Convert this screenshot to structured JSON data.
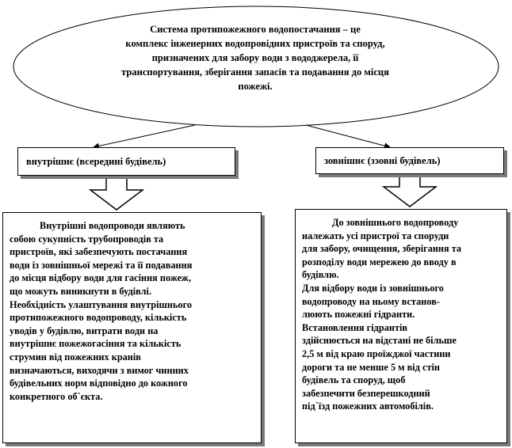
{
  "ellipse": {
    "lines": [
      "Система протипожежного водопостачання – це",
      "комплекс інженерних водопровідних пристроїв та споруд,",
      "призначених для забору води з вододжерела, її",
      "транспортування, зберігання  запасів та подавання до місця",
      "пожежі."
    ]
  },
  "left": {
    "label": "внутрішнє (всередині будівель)",
    "lines": [
      "Внутрішні  водопроводи являють",
      "собою сукупність  трубопроводів  та",
      "пристроїв, які забезпечують  постачання",
      "води із  зовнішньої  мережі та її подавання",
      "до місця відбору води для гасіння пожеж,",
      "що можуть  виникнути в будівлі.",
      "Необхідність  улаштування внутрішнього",
      "протипожежного водопроводу, кількість",
      "уводів  у будівлю, витрати води на",
      "внутрішнє пожежогасіння  та кількість",
      "струмин від  пожежних кранів",
      "визначаються, виходячи з вимог чинних",
      "будівельних  норм відповідно до кожного",
      "конкретного об`єкта."
    ]
  },
  "right": {
    "label": "зовнішнє (ззовні будівель)",
    "lines": [
      "До зовнішнього  водопроводу",
      "належать усі пристрої та споруди",
      "для забору, очищення, зберігання  та",
      "розподілу води мережею до вводу в",
      "будівлю.",
      "Для відбору  води із  зовнішнього",
      "водопроводу на ньому встанов-",
      "люють пожежні гідранти.",
      "Встановлення гідрантів",
      "здійснюється  на відстані  не більше",
      "2,5 м від краю проїжджої  частини",
      "дороги та не менше 5 м від  стін",
      "будівель  та споруд, щоб",
      "забезпечити безперешкодний",
      "під`їзд  пожежних автомобілів."
    ]
  }
}
